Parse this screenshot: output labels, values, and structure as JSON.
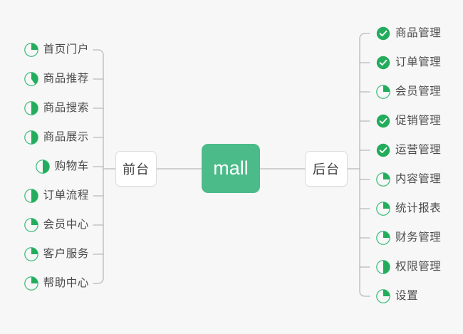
{
  "diagram": {
    "type": "mindmap",
    "background_color": "#f7f7f7",
    "root": {
      "label": "mall",
      "color": "#4cbb8a",
      "text_color": "#ffffff"
    },
    "branches": [
      {
        "label": "前台",
        "side": "left"
      },
      {
        "label": "后台",
        "side": "right"
      }
    ],
    "status_colors": {
      "done": "#22ac5c",
      "progress_ring": "#3fbe7e",
      "progress_fill": "#22ac5c",
      "connector": "#b9b9b9",
      "node_border": "#dcdcdc",
      "label_text": "#4a4a4a"
    },
    "legend": {
      "done_icon": "check-circle-icon",
      "progress_icon": "pie-progress-icon"
    }
  },
  "left_branch": {
    "label": "前台",
    "items": [
      {
        "label": "首页门户",
        "status": "progress",
        "progress": 25,
        "icon": "pie-progress-icon"
      },
      {
        "label": "商品推荐",
        "status": "progress",
        "progress": 40,
        "icon": "pie-progress-icon"
      },
      {
        "label": "商品搜索",
        "status": "progress",
        "progress": 50,
        "icon": "pie-progress-icon"
      },
      {
        "label": "商品展示",
        "status": "progress",
        "progress": 50,
        "icon": "pie-progress-icon"
      },
      {
        "label": "购物车",
        "status": "progress",
        "progress": 50,
        "icon": "pie-progress-icon"
      },
      {
        "label": "订单流程",
        "status": "progress",
        "progress": 50,
        "icon": "pie-progress-icon"
      },
      {
        "label": "会员中心",
        "status": "progress",
        "progress": 25,
        "icon": "pie-progress-icon"
      },
      {
        "label": "客户服务",
        "status": "progress",
        "progress": 25,
        "icon": "pie-progress-icon"
      },
      {
        "label": "帮助中心",
        "status": "progress",
        "progress": 25,
        "icon": "pie-progress-icon"
      }
    ]
  },
  "right_branch": {
    "label": "后台",
    "items": [
      {
        "label": "商品管理",
        "status": "done",
        "progress": 100,
        "icon": "check-circle-icon"
      },
      {
        "label": "订单管理",
        "status": "done",
        "progress": 100,
        "icon": "check-circle-icon"
      },
      {
        "label": "会员管理",
        "status": "progress",
        "progress": 25,
        "icon": "pie-progress-icon"
      },
      {
        "label": "促销管理",
        "status": "done",
        "progress": 100,
        "icon": "check-circle-icon"
      },
      {
        "label": "运营管理",
        "status": "done",
        "progress": 100,
        "icon": "check-circle-icon"
      },
      {
        "label": "内容管理",
        "status": "progress",
        "progress": 25,
        "icon": "pie-progress-icon"
      },
      {
        "label": "统计报表",
        "status": "progress",
        "progress": 25,
        "icon": "pie-progress-icon"
      },
      {
        "label": "财务管理",
        "status": "progress",
        "progress": 25,
        "icon": "pie-progress-icon"
      },
      {
        "label": "权限管理",
        "status": "progress",
        "progress": 50,
        "icon": "pie-progress-icon"
      },
      {
        "label": "设置",
        "status": "progress",
        "progress": 25,
        "icon": "pie-progress-icon"
      }
    ]
  }
}
